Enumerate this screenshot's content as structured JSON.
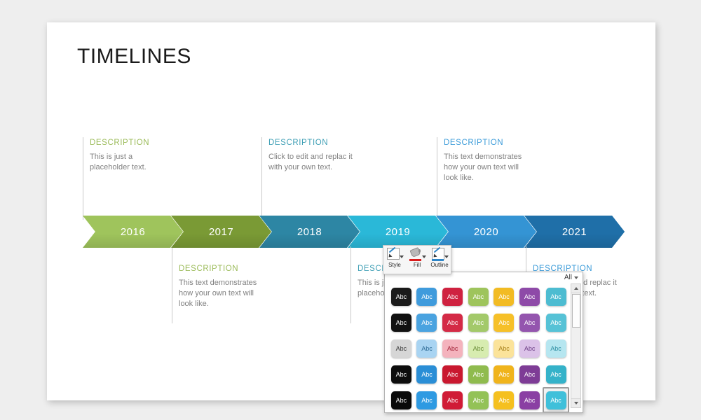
{
  "slide": {
    "title": "TIMELINES"
  },
  "timeline": {
    "steps": [
      {
        "year": "2016",
        "color": "#9fc45c",
        "selected": false
      },
      {
        "year": "2017",
        "color": "#7a9a35",
        "selected": false
      },
      {
        "year": "2018",
        "color": "#2d86a4",
        "selected": false
      },
      {
        "year": "2019",
        "color": "#2ab8d8",
        "selected": true
      },
      {
        "year": "2020",
        "color": "#3494d4",
        "selected": false
      },
      {
        "year": "2021",
        "color": "#1f6fa8",
        "selected": false
      }
    ]
  },
  "descriptions_above": [
    {
      "head": "DESCRIPTION",
      "body": "This is just a placeholder text.",
      "accent": "green"
    },
    {
      "head": "DESCRIPTION",
      "body": "Click to edit and replac it with your own text.",
      "accent": "teal"
    },
    {
      "head": "DESCRIPTION",
      "body": "This text demonstrates how your own text will look like.",
      "accent": "blue"
    }
  ],
  "descriptions_below": [
    {
      "head": "DESCRIPTION",
      "body": "This text demonstrates how your own text will look like.",
      "accent": "green"
    },
    {
      "head": "DESCRIPTION",
      "body": "This is just a placeholder text.",
      "accent": "teal"
    },
    {
      "head": "DESCRIPTION",
      "body": "Click to edit and replac it with your own text.",
      "accent": "blue"
    }
  ],
  "mini_toolbar": {
    "buttons": [
      {
        "label": "Style",
        "icon": "shape-style-icon",
        "underline": ""
      },
      {
        "label": "Fill",
        "icon": "fill-bucket-icon",
        "underline": "#d91c1c"
      },
      {
        "label": "Outline",
        "icon": "shape-outline-icon",
        "underline": "#2e86c8"
      }
    ]
  },
  "style_gallery": {
    "filter_label": "All",
    "swatch_text": "Abc",
    "rows": [
      {
        "swatches": [
          {
            "fill": "#1a1a1a",
            "text": "#ffffff"
          },
          {
            "fill": "#3f9bdc",
            "text": "#ffffff"
          },
          {
            "fill": "#cf2240",
            "text": "#ffffff"
          },
          {
            "fill": "#9ec45c",
            "text": "#ffffff"
          },
          {
            "fill": "#f2bb23",
            "text": "#ffffff"
          },
          {
            "fill": "#8e4aa8",
            "text": "#ffffff"
          },
          {
            "fill": "#4dbcd1",
            "text": "#ffffff"
          }
        ]
      },
      {
        "swatches": [
          {
            "fill": "#111111",
            "text": "#ffffff"
          },
          {
            "fill": "#4aa3e0",
            "text": "#ffffff"
          },
          {
            "fill": "#d42a46",
            "text": "#ffffff"
          },
          {
            "fill": "#a3c96a",
            "text": "#ffffff"
          },
          {
            "fill": "#f6c028",
            "text": "#ffffff"
          },
          {
            "fill": "#9455ae",
            "text": "#ffffff"
          },
          {
            "fill": "#56c2d6",
            "text": "#ffffff"
          }
        ]
      },
      {
        "swatches": [
          {
            "fill": "#d6d6d6",
            "text": "#3b3b3b"
          },
          {
            "fill": "#a9d4f2",
            "text": "#2e6b96"
          },
          {
            "fill": "#f4b3bd",
            "text": "#a32338"
          },
          {
            "fill": "#d7ecb0",
            "text": "#6d8f3a"
          },
          {
            "fill": "#fbe39a",
            "text": "#a8811a"
          },
          {
            "fill": "#dbc2e8",
            "text": "#6d3e86"
          },
          {
            "fill": "#b6e6f0",
            "text": "#2f8fa3"
          }
        ]
      },
      {
        "swatches": [
          {
            "fill": "#0d0d0d",
            "text": "#ffffff"
          },
          {
            "fill": "#2a8ed6",
            "text": "#ffffff"
          },
          {
            "fill": "#c9182f",
            "text": "#ffffff"
          },
          {
            "fill": "#8fbb4e",
            "text": "#ffffff"
          },
          {
            "fill": "#f0b41c",
            "text": "#ffffff"
          },
          {
            "fill": "#7e3c96",
            "text": "#ffffff"
          },
          {
            "fill": "#35b2c9",
            "text": "#ffffff"
          }
        ]
      },
      {
        "swatches": [
          {
            "fill": "#0a0a0a",
            "text": "#ffffff"
          },
          {
            "fill": "#2e9ae2",
            "text": "#ffffff"
          },
          {
            "fill": "#d01b36",
            "text": "#ffffff"
          },
          {
            "fill": "#93c257",
            "text": "#ffffff"
          },
          {
            "fill": "#f5c01f",
            "text": "#ffffff"
          },
          {
            "fill": "#8a3fa3",
            "text": "#ffffff"
          },
          {
            "fill": "#3fc0da",
            "text": "#ffffff",
            "selected": true
          }
        ]
      }
    ]
  }
}
